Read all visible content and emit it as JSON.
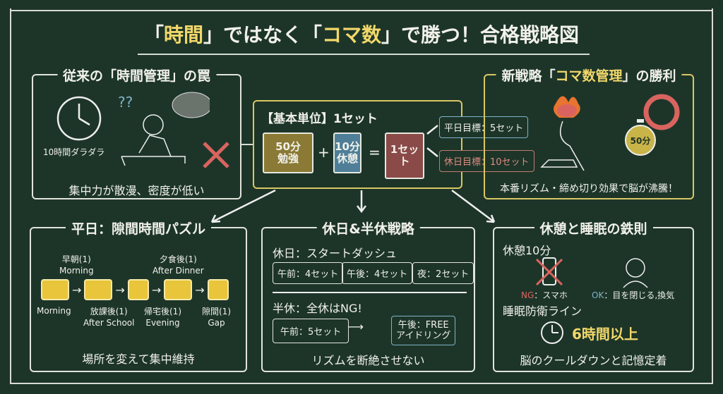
{
  "title": {
    "pre": "「",
    "q1": "時間",
    "mid": "」ではなく「",
    "q2": "コマ数",
    "post": "」で勝つ！合格戦略図"
  },
  "old": {
    "title": "従来の「時間管理」の罠",
    "clock_label": "10時間ダラダラ",
    "caption": "集中力が散漫、密度が低い"
  },
  "unit": {
    "title": "【基本単位】1セット",
    "study": [
      "50分",
      "勉強"
    ],
    "plus": "+",
    "rest": [
      "10分",
      "休憩"
    ],
    "equals": "=",
    "set": "1セット",
    "weekday_goal": "平日目標：5セット",
    "holiday_goal": "休日目標：10セット"
  },
  "new": {
    "title_pre": "新戦略「",
    "title_hl": "コマ数管理",
    "title_post": "」の勝利",
    "timer": "50分",
    "caption": "本番リズム・締め切り効果で脳が沸騰！"
  },
  "weekday": {
    "title": "平日：隙間時間パズル",
    "top_labels": [
      {
        "jp": "早朝(1)",
        "en": "Morning"
      },
      {
        "jp": "夕食後(1)",
        "en": "After Dinner"
      }
    ],
    "bottom_labels": [
      {
        "jp": "",
        "en": "Morning"
      },
      {
        "jp": "放課後(1)",
        "en": "After School"
      },
      {
        "jp": "帰宅後(1)",
        "en": "Evening"
      },
      {
        "jp": "隙間(1)",
        "en": "Gap"
      }
    ],
    "caption": "場所を変えて集中維持"
  },
  "holiday": {
    "title": "休日&半休戦略",
    "sub1": "休日：スタートダッシュ",
    "chips": [
      "午前：4セット",
      "午後：4セット",
      "夜：2セット"
    ],
    "sub2": "半休：全休はNG!",
    "half_am": "午前：5セット",
    "half_pm": [
      "午後：FREE",
      "アイドリング"
    ],
    "caption": "リズムを断絶させない"
  },
  "rest": {
    "title": "休憩と睡眠の鉄則",
    "sub1": "休憩10分",
    "ng_label": "NG",
    "ng_text": "：スマホ",
    "ok_label": "OK",
    "ok_text": "：目を閉じる,換気",
    "sub2": "睡眠防衛ライン",
    "sleep": "6時間以上",
    "caption": "脳のクールダウンと記憶定着"
  },
  "colors": {
    "bg": "#1d3529",
    "yellow": "#f2d86a",
    "red": "#d9645f",
    "blue": "#7fb3c8"
  }
}
